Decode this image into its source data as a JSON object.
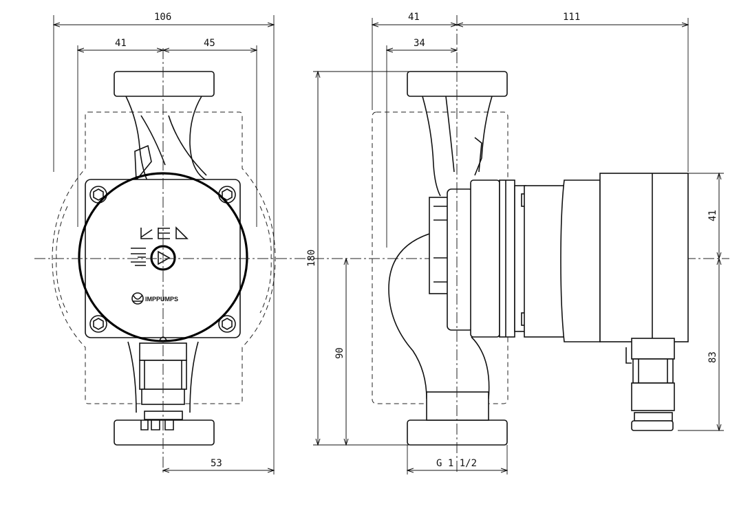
{
  "dimensions": {
    "overall_width": "106",
    "front_left": "41",
    "front_right": "45",
    "front_bottom_right": "53",
    "height_total": "180",
    "height_axis": "90",
    "side_top_left": "41",
    "side_top_right": "111",
    "side_inner_left": "34",
    "side_right_upper": "41",
    "side_right_lower": "83",
    "thread": "G 1 1/2"
  },
  "logo": {
    "brand": "IMPPUMPS"
  },
  "colors": {
    "line": "#111111",
    "background": "#ffffff"
  }
}
